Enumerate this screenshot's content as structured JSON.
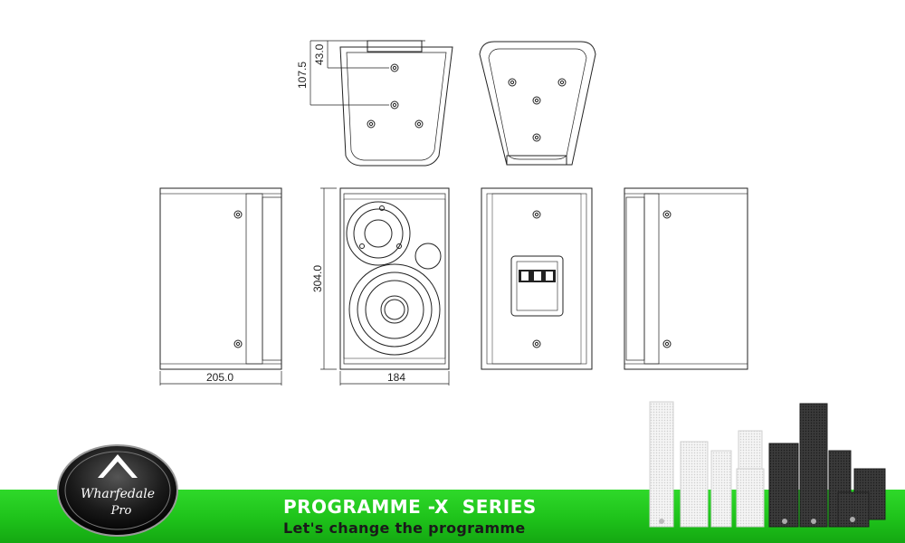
{
  "drawing": {
    "dimensions": {
      "top_view_offset_outer": "107.5",
      "top_view_offset_inner": "43.0",
      "side_depth": "205.0",
      "front_width": "184",
      "front_height": "304.0"
    }
  },
  "banner": {
    "title": "PROGRAMME -X  SERIES",
    "tagline": "Let's change the programme"
  },
  "brand": {
    "logo_text_line1": "Wharfedale",
    "logo_text_line2": "Pro"
  },
  "colors": {
    "band_green": "#1ec21a",
    "title_white": "#ffffff",
    "line_dark": "#222222"
  }
}
